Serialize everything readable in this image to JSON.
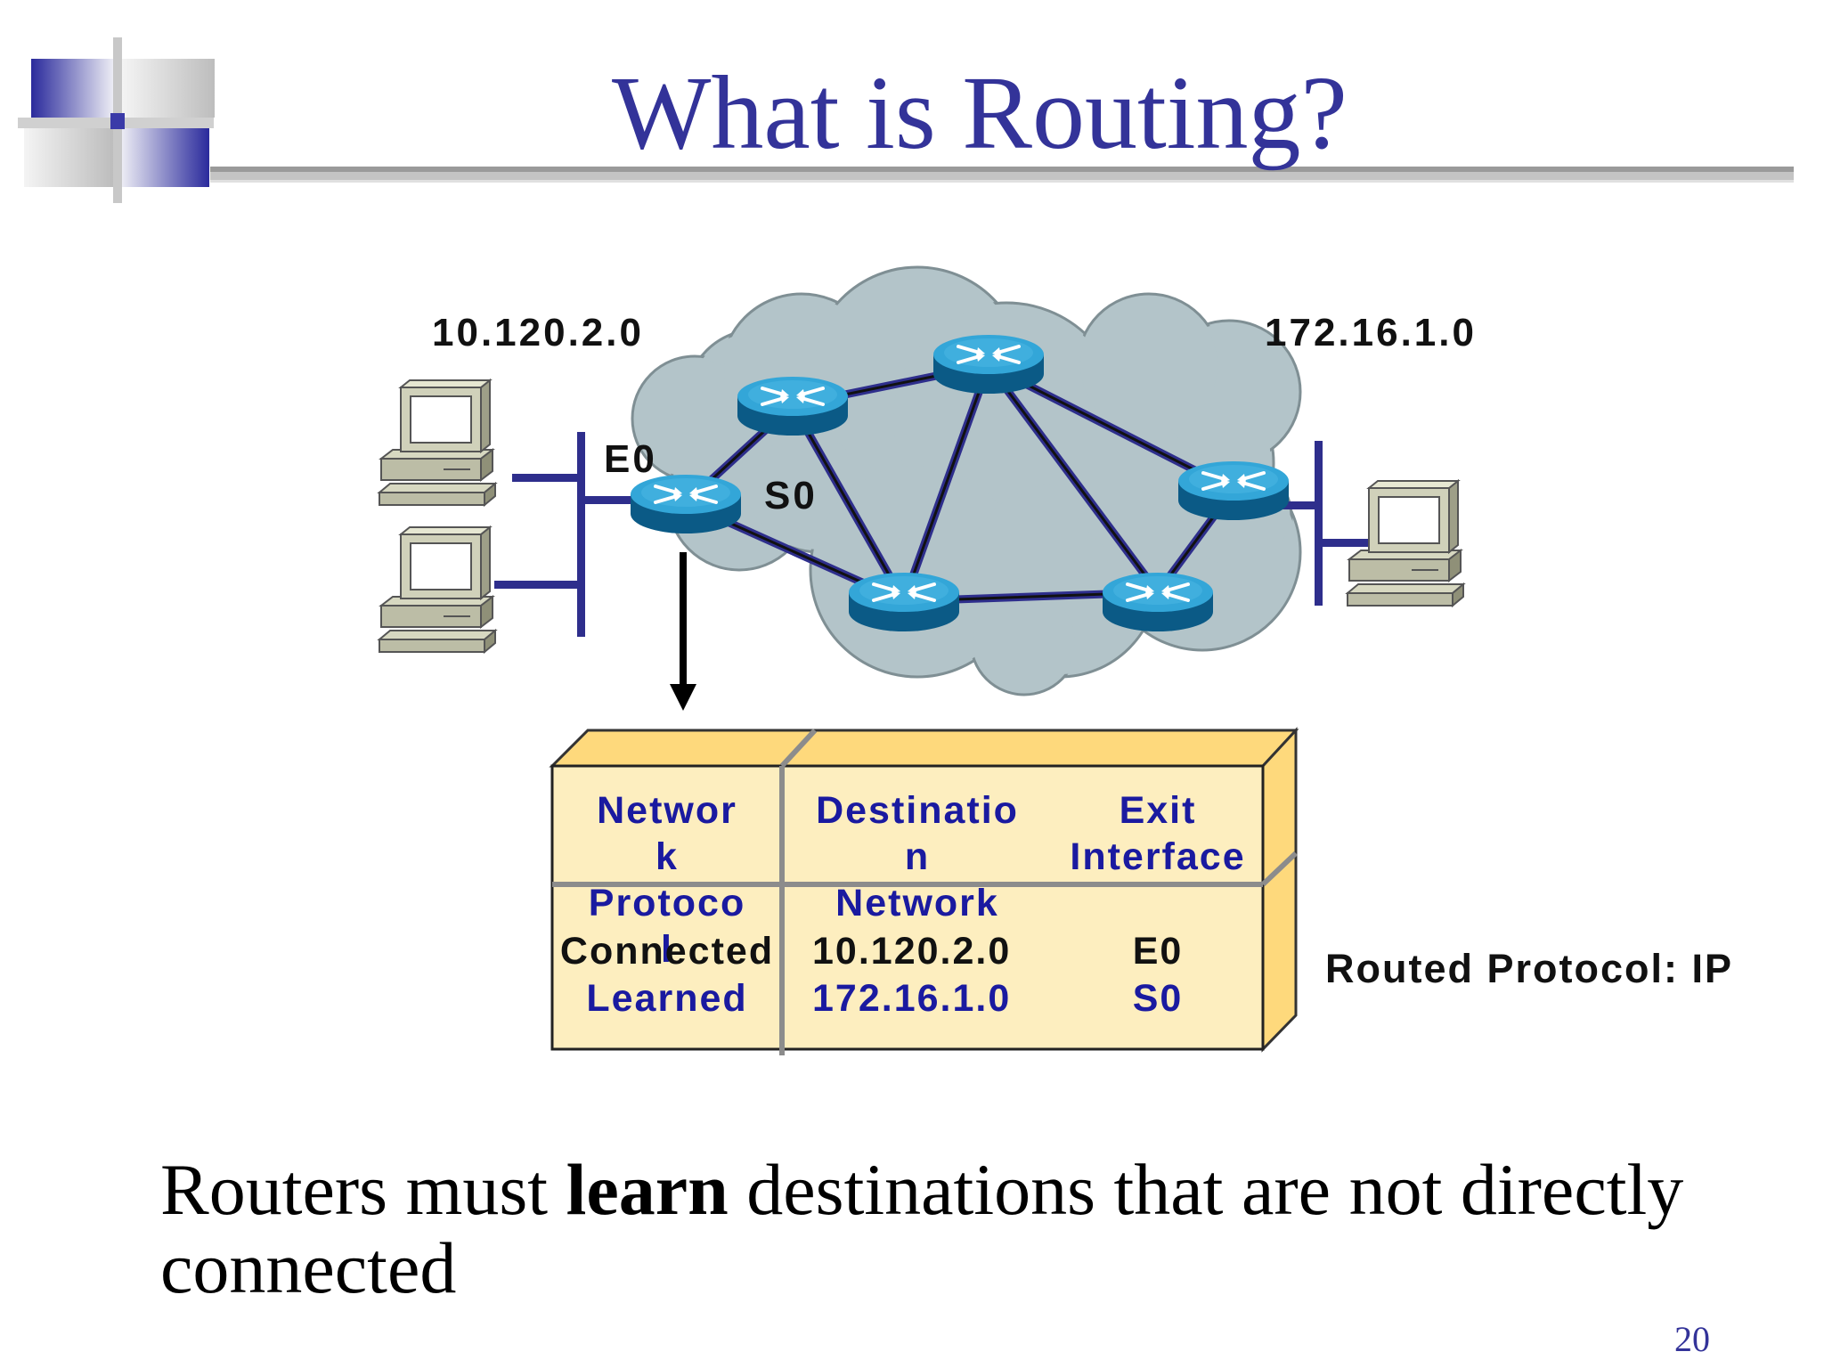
{
  "slide": {
    "title": "What is Routing?",
    "page_number": "20"
  },
  "diagram": {
    "left_network": "10.120.2.0",
    "right_network": "172.16.1.0",
    "interface_e0": "E0",
    "interface_s0": "S0",
    "routed_protocol": "Routed Protocol: IP"
  },
  "routing_table": {
    "headers": {
      "protocol": "Networ\nk\nProtoco\nl",
      "destination": "Destinatio\nn\nNetwork",
      "exit": "Exit\nInterface"
    },
    "rows": [
      {
        "protocol": "Connected",
        "destination": "10.120.2.0",
        "exit": "E0"
      },
      {
        "protocol": "Learned",
        "destination": "172.16.1.0",
        "exit": "S0"
      }
    ]
  },
  "body": {
    "text_before": "Routers must ",
    "text_bold": "learn",
    "text_after": " destinations that are not directly connected"
  },
  "colors": {
    "title": "#333399",
    "link_blue": "#2e2e8c",
    "cloud": "#b3c4c9",
    "router": "#1a94c8",
    "table_fill": "#fdeebf",
    "table_top": "#fed97c"
  }
}
